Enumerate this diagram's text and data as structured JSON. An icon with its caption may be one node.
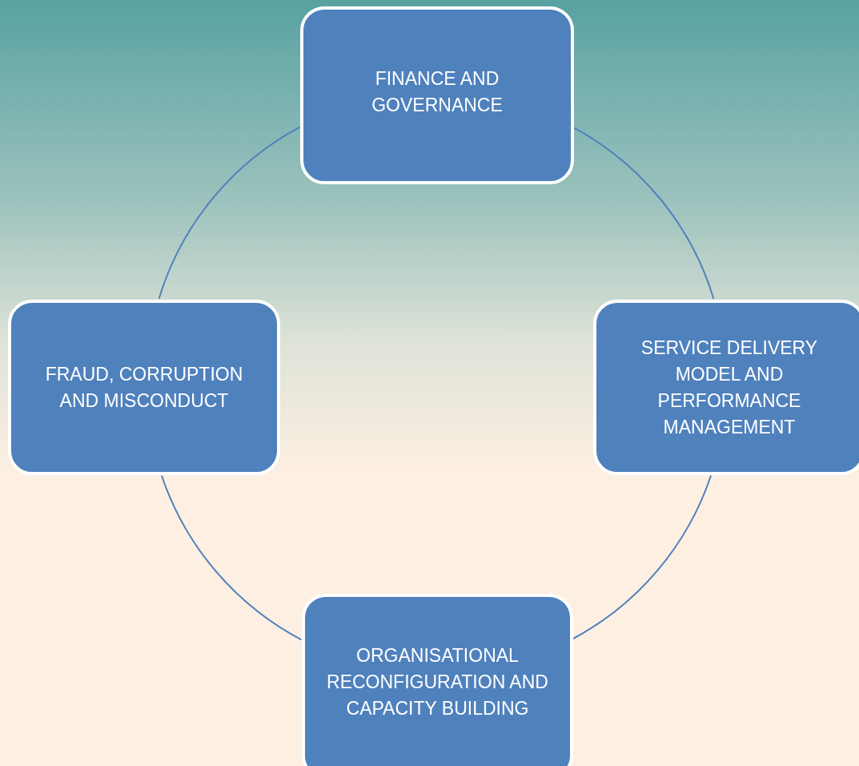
{
  "diagram": {
    "nodes": [
      {
        "text": [
          "FINANCE AND GOVERNANCE"
        ]
      },
      {
        "text": [
          "FRAUD, CORRUPTION AND MISCONDUCT"
        ]
      },
      {
        "text": [
          "SERVICE DELIVERY MODEL AND PERFORMANCE MANAGEMENT"
        ]
      },
      {
        "text": [
          "ORGANISATIONAL RECONFIGURATION AND CAPACITY BUILDING"
        ]
      }
    ],
    "edges": [
      {
        "from": 0,
        "to": 2,
        "arrow": "none"
      },
      {
        "from": 2,
        "to": 3,
        "arrow": "none"
      },
      {
        "from": 3,
        "to": 1,
        "arrow": "none"
      },
      {
        "from": 1,
        "to": 0,
        "arrow": "none"
      }
    ]
  }
}
